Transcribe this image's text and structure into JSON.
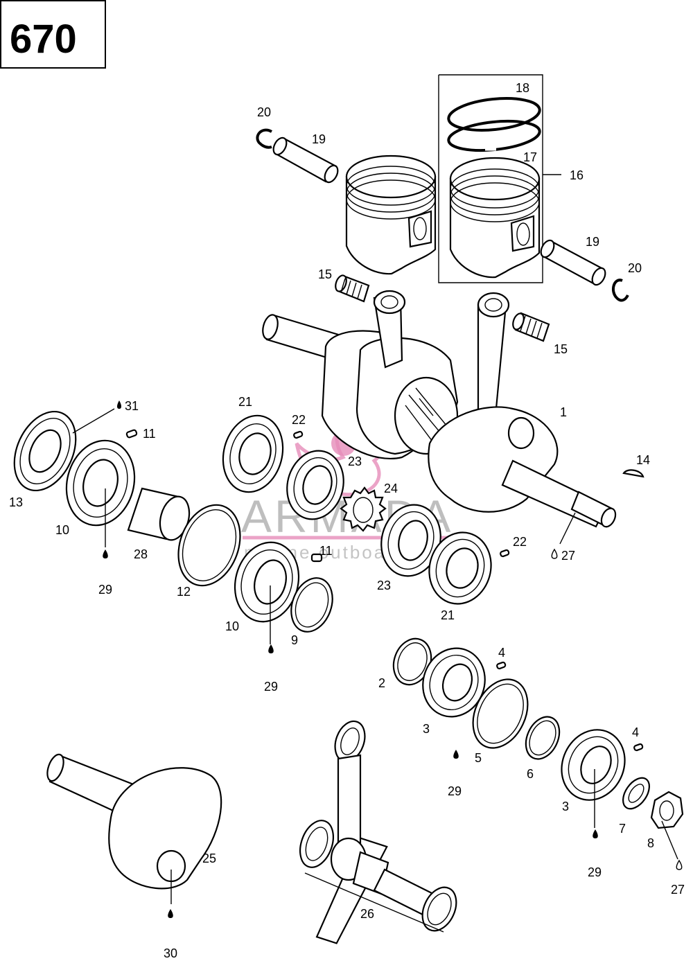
{
  "diagram_code": "670",
  "watermark": {
    "brand": "ARMADA",
    "tagline": "marine outboards"
  },
  "callouts": [
    {
      "id": "c1",
      "text": "1"
    },
    {
      "id": "c2",
      "text": "2"
    },
    {
      "id": "c3a",
      "text": "3"
    },
    {
      "id": "c3b",
      "text": "3"
    },
    {
      "id": "c4a",
      "text": "4"
    },
    {
      "id": "c4b",
      "text": "4"
    },
    {
      "id": "c5",
      "text": "5"
    },
    {
      "id": "c6",
      "text": "6"
    },
    {
      "id": "c7",
      "text": "7"
    },
    {
      "id": "c8",
      "text": "8"
    },
    {
      "id": "c9",
      "text": "9"
    },
    {
      "id": "c10a",
      "text": "10"
    },
    {
      "id": "c10b",
      "text": "10"
    },
    {
      "id": "c11a",
      "text": "11"
    },
    {
      "id": "c11b",
      "text": "11"
    },
    {
      "id": "c12",
      "text": "12"
    },
    {
      "id": "c13",
      "text": "13"
    },
    {
      "id": "c14",
      "text": "14"
    },
    {
      "id": "c15a",
      "text": "15"
    },
    {
      "id": "c15b",
      "text": "15"
    },
    {
      "id": "c16",
      "text": "16"
    },
    {
      "id": "c17",
      "text": "17"
    },
    {
      "id": "c18",
      "text": "18"
    },
    {
      "id": "c19a",
      "text": "19"
    },
    {
      "id": "c19b",
      "text": "19"
    },
    {
      "id": "c20a",
      "text": "20"
    },
    {
      "id": "c20b",
      "text": "20"
    },
    {
      "id": "c21a",
      "text": "21"
    },
    {
      "id": "c21b",
      "text": "21"
    },
    {
      "id": "c22a",
      "text": "22"
    },
    {
      "id": "c22b",
      "text": "22"
    },
    {
      "id": "c23a",
      "text": "23"
    },
    {
      "id": "c23b",
      "text": "23"
    },
    {
      "id": "c24",
      "text": "24"
    },
    {
      "id": "c25",
      "text": "25"
    },
    {
      "id": "c26",
      "text": "26"
    },
    {
      "id": "c27a",
      "text": "27"
    },
    {
      "id": "c27b",
      "text": "27"
    },
    {
      "id": "c28",
      "text": "28"
    },
    {
      "id": "c29a",
      "text": "29"
    },
    {
      "id": "c29b",
      "text": "29"
    },
    {
      "id": "c29c",
      "text": "29"
    },
    {
      "id": "c29d",
      "text": "29"
    },
    {
      "id": "c30",
      "text": "30"
    },
    {
      "id": "c31",
      "text": "31"
    }
  ]
}
